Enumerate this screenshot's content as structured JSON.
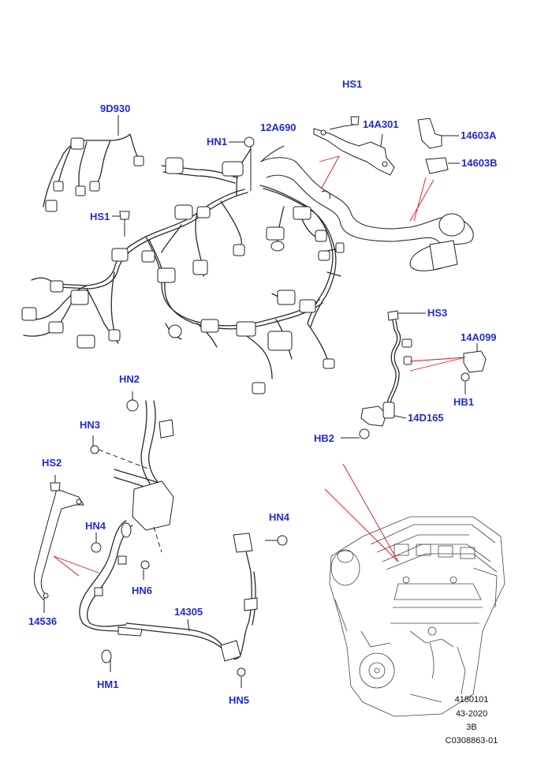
{
  "callouts": {
    "hs1_top": "HS1",
    "p14a301": "14A301",
    "p14603a": "14603A",
    "p14603b": "14603B",
    "p9d930": "9D930",
    "hn1": "HN1",
    "p12a690": "12A690",
    "hs1_left": "HS1",
    "hs3": "HS3",
    "p14a099": "14A099",
    "hb1": "HB1",
    "p14d165": "14D165",
    "hb2": "HB2",
    "hn2": "HN2",
    "hn3": "HN3",
    "hs2": "HS2",
    "hn4_left": "HN4",
    "hn6": "HN6",
    "hn4_right": "HN4",
    "p14305": "14305",
    "p14536": "14536",
    "hm1": "HM1",
    "hn5": "HN5"
  },
  "reference": {
    "line1": "4180101",
    "line2": "43-2020",
    "line3": "3B",
    "line4": "C0308863-01"
  },
  "colors": {
    "callout": "#1f2bd6",
    "indicator": "#e0121b",
    "linework": "#2a2a2a"
  }
}
